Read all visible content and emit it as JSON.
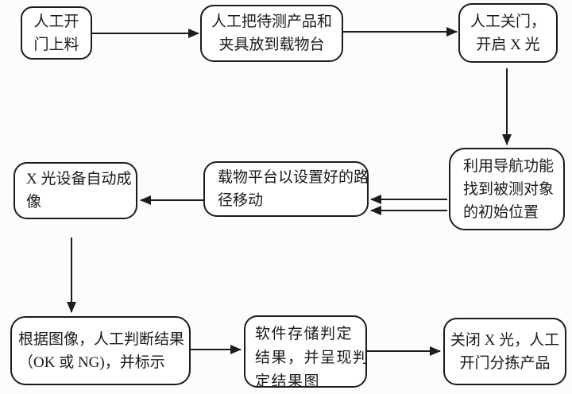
{
  "diagram": {
    "type": "flowchart",
    "colors": {
      "background": "#fcfcfc",
      "line": "#1c1c1c",
      "node_fill": "#ffffff",
      "text": "#1a1a1a"
    },
    "nodes": [
      {
        "id": "manual-open-door-load",
        "lines": [
          "人工开",
          "门上料"
        ]
      },
      {
        "id": "place-product-on-stage",
        "lines": [
          "人工把待测产品和",
          "夹具放到载物台"
        ]
      },
      {
        "id": "close-door-start-xray",
        "lines": [
          "人工关门，",
          "开启 X 光"
        ]
      },
      {
        "id": "navigate-to-initial-position",
        "lines": [
          "利用导航功能",
          "找到被测对象",
          "的初始位置"
        ]
      },
      {
        "id": "stage-moves-along-path",
        "lines": [
          "载物平台以设置好的路",
          "径移动"
        ]
      },
      {
        "id": "xray-auto-imaging",
        "lines": [
          "X 光设备自动成",
          "像"
        ]
      },
      {
        "id": "manual-judge-result",
        "lines": [
          "根据图像，人工判断结果",
          "（OK 或 NG)，并标示"
        ]
      },
      {
        "id": "software-store-result",
        "lines": [
          "软件存储判定",
          "结果，并呈现判",
          "定结果图"
        ]
      },
      {
        "id": "close-xray-sort-product",
        "lines": [
          "关闭 X 光，人工",
          "开门分拣产品"
        ]
      }
    ],
    "edges": [
      {
        "from": "manual-open-door-load",
        "to": "place-product-on-stage",
        "style": "single"
      },
      {
        "from": "place-product-on-stage",
        "to": "close-door-start-xray",
        "style": "single"
      },
      {
        "from": "close-door-start-xray",
        "to": "navigate-to-initial-position",
        "style": "single"
      },
      {
        "from": "navigate-to-initial-position",
        "to": "stage-moves-along-path",
        "style": "double"
      },
      {
        "from": "stage-moves-along-path",
        "to": "xray-auto-imaging",
        "style": "single"
      },
      {
        "from": "xray-auto-imaging",
        "to": "manual-judge-result",
        "style": "single"
      },
      {
        "from": "manual-judge-result",
        "to": "software-store-result",
        "style": "single"
      },
      {
        "from": "software-store-result",
        "to": "close-xray-sort-product",
        "style": "single"
      }
    ]
  }
}
